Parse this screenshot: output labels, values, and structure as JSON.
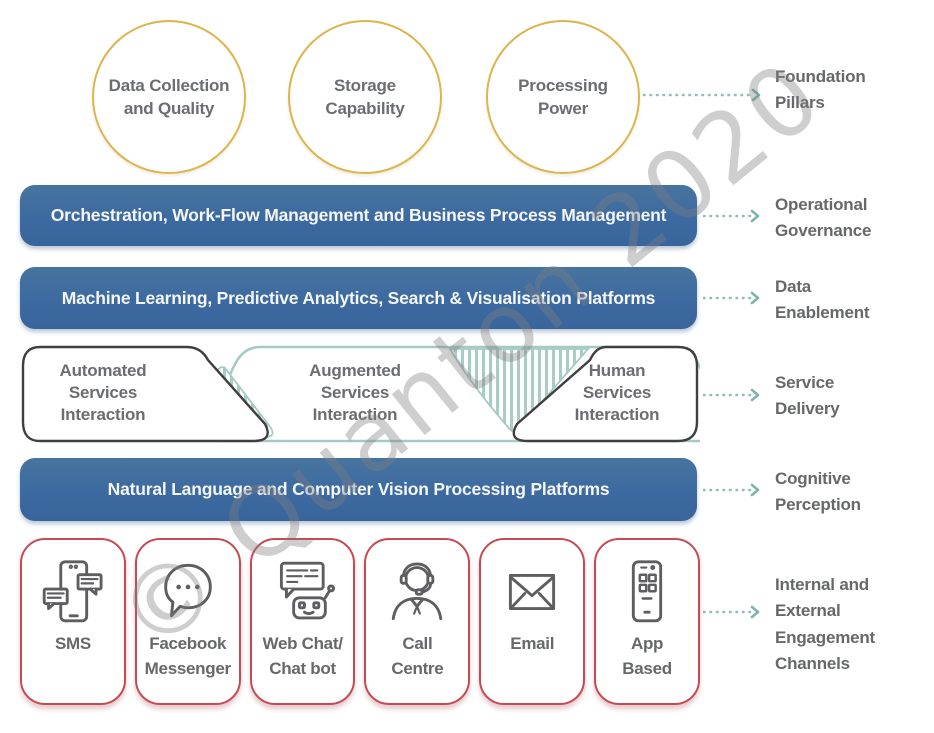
{
  "watermark": "© Quanton 2020",
  "pillars": {
    "side_label": "Foundation\nPillars",
    "items": [
      {
        "label": "Data Collection\nand Quality"
      },
      {
        "label": "Storage\nCapability"
      },
      {
        "label": "Processing\nPower"
      }
    ]
  },
  "bars": [
    {
      "label": "Orchestration, Work-Flow Management and Business Process Management",
      "side_label": "Operational\nGovernance"
    },
    {
      "label": "Machine Learning, Predictive Analytics, Search & Visualisation Platforms",
      "side_label": "Data\nEnablement"
    },
    {
      "label": "Natural Language and Computer Vision Processing Platforms",
      "side_label": "Cognitive\nPerception"
    }
  ],
  "service_band": {
    "side_label": "Service\nDelivery",
    "items": [
      {
        "label": "Automated\nServices\nInteraction"
      },
      {
        "label": "Augmented\nServices\nInteraction"
      },
      {
        "label": "Human\nServices\nInteraction"
      }
    ]
  },
  "channels": {
    "side_label": "Internal and\nExternal\nEngagement\nChannels",
    "items": [
      {
        "label": "SMS",
        "icon": "sms-icon"
      },
      {
        "label": "Facebook\nMessenger",
        "icon": "facebook-messenger-icon"
      },
      {
        "label": "Web Chat/\nChat bot",
        "icon": "web-chat-bot-icon"
      },
      {
        "label": "Call\nCentre",
        "icon": "call-centre-icon"
      },
      {
        "label": "Email",
        "icon": "email-icon"
      },
      {
        "label": "App\nBased",
        "icon": "app-based-icon"
      }
    ]
  },
  "colors": {
    "bar_blue": "#3c6aa0",
    "circle_gold": "#ddb54e",
    "card_red": "#c64a53",
    "teal_outline": "#a5cac4",
    "arrow_teal": "#8fbcb6",
    "dark_outline": "#3f3f3f",
    "text_gray": "#66686a"
  }
}
